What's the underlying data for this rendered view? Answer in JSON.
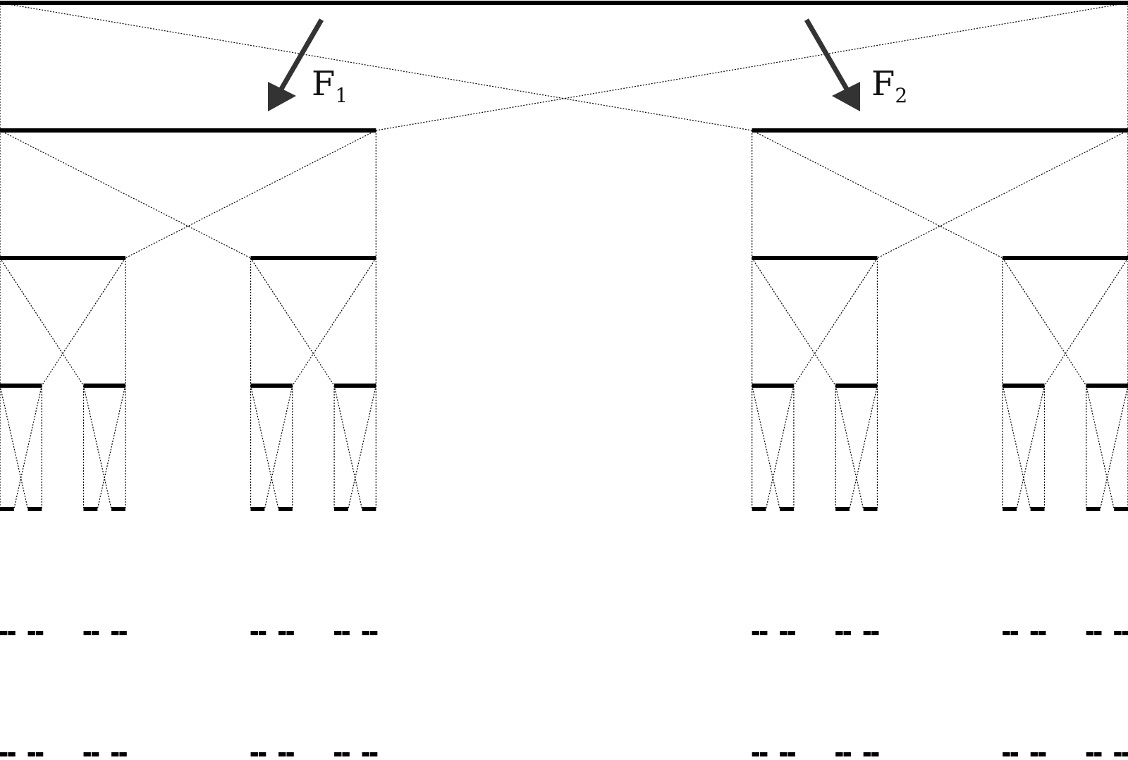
{
  "diagram": {
    "description_visible_only": true,
    "forces": [
      {
        "name": "force-f1",
        "letter": "F",
        "subscript": "1",
        "color": "#333333"
      },
      {
        "name": "force-f2",
        "letter": "F",
        "subscript": "2",
        "color": "#333333"
      }
    ],
    "levels_drawn": 4,
    "continuation_marker": "..",
    "colors": {
      "bar": "#000000",
      "link": "#000000",
      "background": "#ffffff"
    }
  }
}
